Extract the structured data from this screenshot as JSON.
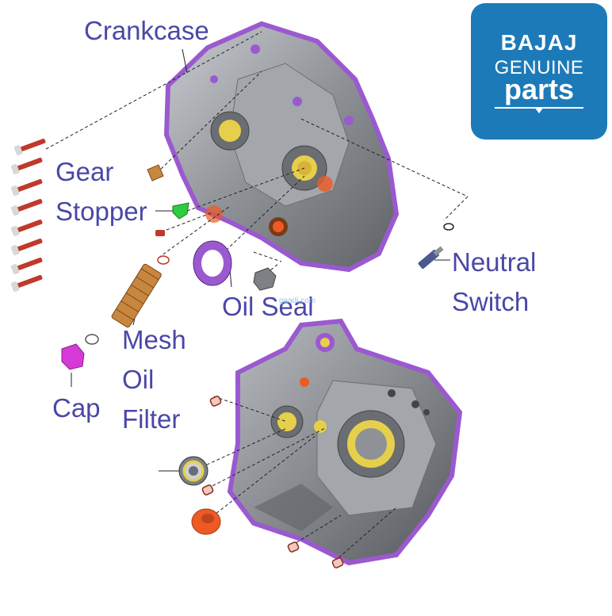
{
  "labels": {
    "crankcase": "Crankcase",
    "gear": "Gear",
    "stopper": "Stopper",
    "neutral": "Neutral",
    "switch": "Switch",
    "oil_seal": "Oil Seal",
    "mesh": "Mesh",
    "oil": "Oil",
    "filter": "Filter",
    "cap": "Cap"
  },
  "logo": {
    "brand": "BAJAJ",
    "genuine": "GENUINE",
    "parts": "parts"
  },
  "watermark": "gaadi.com",
  "colors": {
    "label_text": "#4a47a8",
    "logo_bg": "#1d7ab8",
    "gasket": "#9b59d0",
    "casing": "#8e9196",
    "bearing_yellow": "#e6cf4a",
    "orange_part": "#ee5a24",
    "bolt_red": "#c0392b",
    "cap_magenta": "#d63ad6",
    "stopper_green": "#2ecc40",
    "filter_bronze": "#c8873e"
  }
}
